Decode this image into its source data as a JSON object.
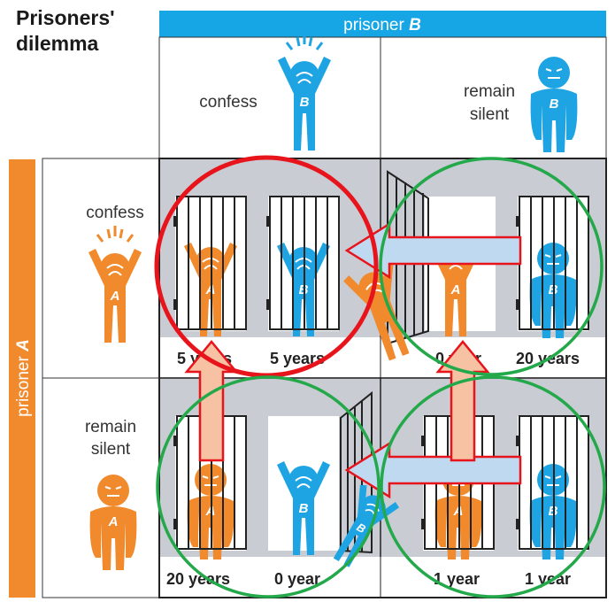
{
  "title_line1": "Prisoners'",
  "title_line2": "dilemma",
  "header_b_prefix": "prisoner ",
  "header_b_letter": "B",
  "header_a_prefix": "prisoner ",
  "header_a_letter": "A",
  "col_confess": "confess",
  "col_silent_1": "remain",
  "col_silent_2": "silent",
  "row_confess": "confess",
  "row_silent_1": "remain",
  "row_silent_2": "silent",
  "letter_a": "A",
  "letter_b": "B",
  "cells": {
    "cc_a": "5 years",
    "cc_b": "5 years",
    "sc_a": "0 year",
    "sc_b": "20 years",
    "cs_a": "20 years",
    "cs_b": "0 year",
    "ss_a": "1 year",
    "ss_b": "1 year"
  },
  "colors": {
    "orange": "#f08a2c",
    "blue": "#1ea4e3",
    "header_blue": "#16a6e6",
    "header_orange": "#f08a2c",
    "cell_gray": "#c9ccd3",
    "circle_red": "#e8141c",
    "circle_green": "#23a84a",
    "arrow_fill_blue": "#bfd9f0",
    "arrow_fill_orange": "#f6c2a3",
    "arrow_stroke": "#e8141c"
  }
}
